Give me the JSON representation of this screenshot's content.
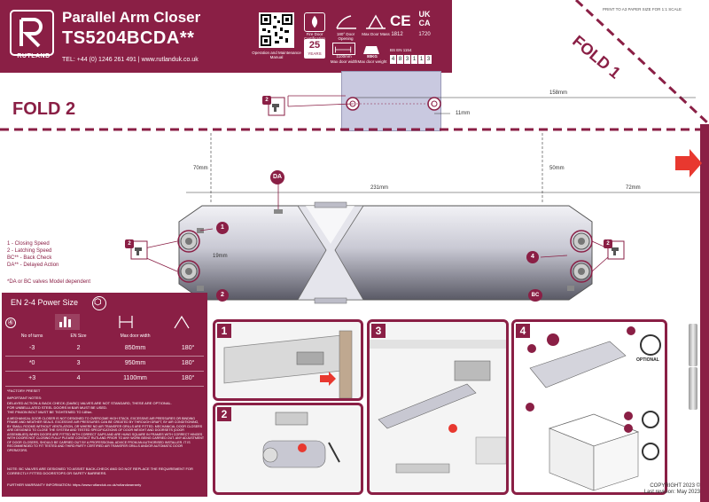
{
  "header": {
    "brand": "RUTLAND",
    "title": "Parallel Arm Closer",
    "model": "TS5204BCDA**",
    "contact": "TEL: +44 (0) 1246 261 491  |  www.rutlanduk.co.uk",
    "qr_caption": "Operation and Maintenance Manual",
    "years": "25",
    "years_label": "YEARS",
    "ce_number": "1812",
    "ukca_number": "1720",
    "standard": "BS EN 1154",
    "standard_code": [
      "4",
      "8",
      "3",
      "1",
      "1",
      "3"
    ],
    "icon_captions": [
      "Fire Door Certification",
      "180° Door Opening",
      "Max Door Mass"
    ],
    "weight_top": "1100mm",
    "weight_bottom": "80KG",
    "mass_caption_left": "Max door width",
    "mass_caption_right": "Max door weight"
  },
  "print_note": "PRINT TO A3 PAPER SIZE FOR 1:1 SCALE",
  "folds": {
    "fold1": "FOLD 1",
    "fold2": "FOLD 2"
  },
  "dimensions": {
    "d158": "158mm",
    "d11": "11mm",
    "d70": "70mm",
    "d50": "50mm",
    "d231": "231mm",
    "d72": "72mm",
    "d19": "19mm"
  },
  "badges": {
    "b1": "1",
    "b2": "2",
    "b4": "4",
    "bc": "BC",
    "da": "DA",
    "drill2": "2"
  },
  "legend": [
    "1 - Closing Speed",
    "2 - Latching Speed",
    "BC** - Back Check",
    "DA** - Delayed Action"
  ],
  "legend_note": "*DA or BC valves Model dependent",
  "power": {
    "title": "EN 2-4 Power Size",
    "col_labels": [
      "No of turns",
      "EN Size",
      "Max door width",
      ""
    ],
    "rows": [
      {
        "turns": "-3",
        "size": "2",
        "width": "850mm",
        "angle": "180°"
      },
      {
        "turns": "*0",
        "size": "3",
        "width": "950mm",
        "angle": "180°"
      },
      {
        "turns": "+3",
        "size": "4",
        "width": "1100mm",
        "angle": "180°"
      }
    ],
    "factory_preset": "*FACTORY PRESET",
    "important_heading": "IMPORTANT NOTES:",
    "notes": [
      "DELAYED ACTION & BACK CHECK (DA/BC) VALVES ARE NOT STANDARD, THESE ARE OPTIONAL.",
      "FOR UNBELLLATED STEEL DOORS M BAR MUST BE USED.",
      "THE PINION BOLT MUST BE TIGHTENED TO 18Nm.",
      "A MECHANICAL DOOR CLOSER IS NOT DESIGNED TO OVERCOME HIGH STACK, EXCESSIVE AIR PRESSURES OR BINDING FRAME AND WEATHER SEALS. EXCESSIVE AIR PRESSURES CAN BE CREATED BY THROUGH DRAFT, BY AIR CONDITIONING, BY SMALL ROOMS WITHOUT VENTILATION, OR WHERE NO AIR TRANSFER GRILLS ARE FITTED. MECHANICAL DOOR CLOSERS ARE DESIGNED TO CLOSE THE SYSTEM AND TESTED SPECIFICATIONS OF DOOR WEIGHT AND DOORSETS (DOOR ASSEMBLIES) WHEN DOORS ARE FITTED WITH CORRECT GAPS AND ARE HUNG SQUARE IN FRAMES WITH CORRECT HINGES WITH DOORS NOT CLOSING FULLY PLEASE CONTACT RUTLAND PRIOR TO ANY WORK BEING CARRIED OUT. ANY ADJUSTMENT OF DOOR CLOSERS, SHOULD BE CARRIED OUT BY A PROFESSIONAL ADVICE FROM AN AUTHORISED INSTALLER. IT IS RECOMMENDED TO FIT TESTED AND THIRD PARTY CERTIFIED AIR TRANSFER GRILLS AND/OR AUTOMATIC DOOR OPERATORS.",
      "NOTE: BC VALVES ARE DESIGNED TO ASSIST BACK-CHECK AND DO NOT REPLACE THE REQUIREMENT FOR CORRECTLY FITTED DOORSTOPS OR SAFETY BARRIERS."
    ],
    "warranty": "FURTHER WARRANTY INFORMATION: https://www.rutlanduk.co.uk/rutlandwarranty"
  },
  "steps": [
    "1",
    "2",
    "3",
    "4"
  ],
  "optional_label": "OPTIONAL",
  "copyright": [
    "COPYRIGHT 2023 ©",
    "Last revision: May 2023"
  ],
  "colors": {
    "brand": "#8a1f45",
    "arrow": "#e8382f",
    "plate": "#c9c9e0"
  }
}
